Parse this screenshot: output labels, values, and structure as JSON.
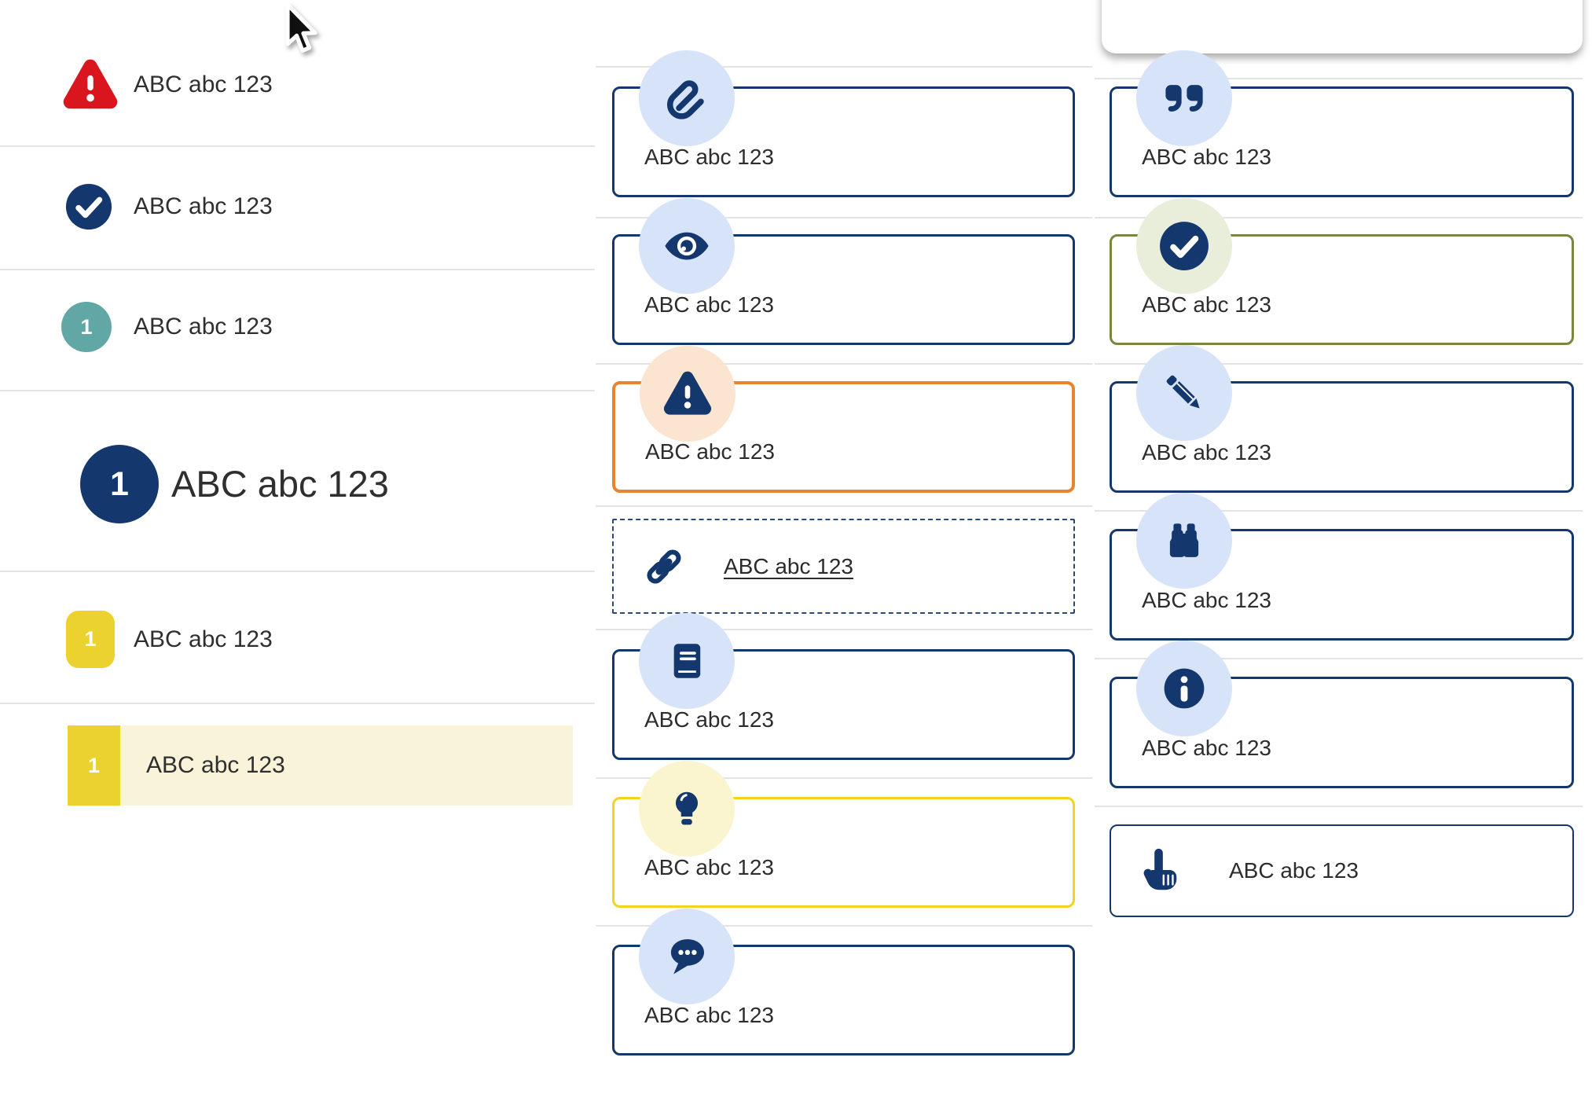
{
  "palette": {
    "navy": "#14386d",
    "light_blue_circle": "#d7e3f8",
    "orange_border": "#e8832e",
    "peach_circle": "#fbe4d0",
    "yellow": "#ecd22e",
    "pale_yellow_circle": "#fbf5cf",
    "cream_highlight": "#f8f3d9",
    "olive_border": "#78863f",
    "sage_circle": "#e9eedb",
    "teal": "#60a7a6",
    "red": "#d9161e",
    "text": "#2d2d2d",
    "divider": "#e3e3e3"
  },
  "left_list": {
    "items": [
      {
        "icon": "warning-triangle-icon",
        "label": "ABC abc 123"
      },
      {
        "icon": "check-circle-icon",
        "label": "ABC abc 123"
      },
      {
        "badge": "1",
        "badge_style": "teal-circle",
        "label": "ABC abc 123"
      },
      {
        "badge": "1",
        "badge_style": "navy-circle-large",
        "label": "ABC abc 123"
      },
      {
        "badge": "1",
        "badge_style": "yellow-rounded-square",
        "label": "ABC abc 123"
      },
      {
        "badge": "1",
        "badge_style": "yellow-tab",
        "highlighted": true,
        "label": "ABC abc 123"
      }
    ]
  },
  "middle_callouts": [
    {
      "icon": "paperclip-icon",
      "variant": "navy",
      "label": "ABC abc 123"
    },
    {
      "icon": "eye-icon",
      "variant": "navy",
      "label": "ABC abc 123"
    },
    {
      "icon": "warning-triangle-icon",
      "variant": "orange",
      "label": "ABC abc 123"
    },
    {
      "icon": "link-icon",
      "variant": "dashed-link",
      "label": "ABC abc 123"
    },
    {
      "icon": "book-icon",
      "variant": "navy",
      "label": "ABC abc 123"
    },
    {
      "icon": "lightbulb-icon",
      "variant": "yellow",
      "label": "ABC abc 123"
    },
    {
      "icon": "chat-icon",
      "variant": "navy",
      "label": "ABC abc 123"
    }
  ],
  "right_callouts": [
    {
      "icon": "quote-icon",
      "variant": "navy",
      "label": "ABC abc 123"
    },
    {
      "icon": "check-circle-icon",
      "variant": "olive",
      "label": "ABC abc 123"
    },
    {
      "icon": "pencil-icon",
      "variant": "navy",
      "label": "ABC abc 123"
    },
    {
      "icon": "binoculars-icon",
      "variant": "navy",
      "label": "ABC abc 123"
    },
    {
      "icon": "info-icon",
      "variant": "navy",
      "label": "ABC abc 123"
    },
    {
      "icon": "hand-pointer-icon",
      "variant": "navy-inline",
      "label": "ABC abc 123"
    }
  ]
}
